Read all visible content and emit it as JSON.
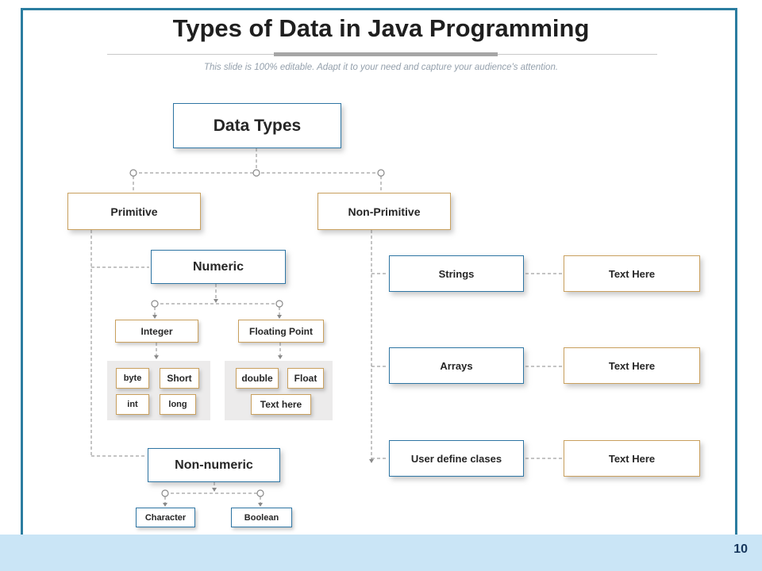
{
  "slide": {
    "title": "Types of Data in Java Programming",
    "subtitle": "This slide is 100% editable. Adapt it to your need and capture your audience's attention.",
    "page_number": "10",
    "colors": {
      "accent_blue": "#2176ae",
      "accent_orange": "#e2a23c",
      "frame_teal": "#2b7da0",
      "footer_blue": "#cae5f6",
      "connector_gray": "#8a8a8a"
    }
  },
  "tree": {
    "root": {
      "label": "Data Types"
    },
    "primitive": {
      "label": "Primitive"
    },
    "non_primitive": {
      "label": "Non-Primitive"
    },
    "numeric": {
      "label": "Numeric"
    },
    "integer": {
      "label": "Integer"
    },
    "floating_point": {
      "label": "Floating Point"
    },
    "integer_types": [
      "byte",
      "Short",
      "int",
      "long"
    ],
    "floating_types": [
      "double",
      "Float",
      "Text here"
    ],
    "non_numeric": {
      "label": "Non-numeric"
    },
    "character": {
      "label": "Character"
    },
    "boolean": {
      "label": "Boolean"
    },
    "strings": {
      "label": "Strings"
    },
    "arrays": {
      "label": "Arrays"
    },
    "user_define": {
      "label": "User define clases"
    },
    "text_here": {
      "label": "Text Here"
    }
  }
}
